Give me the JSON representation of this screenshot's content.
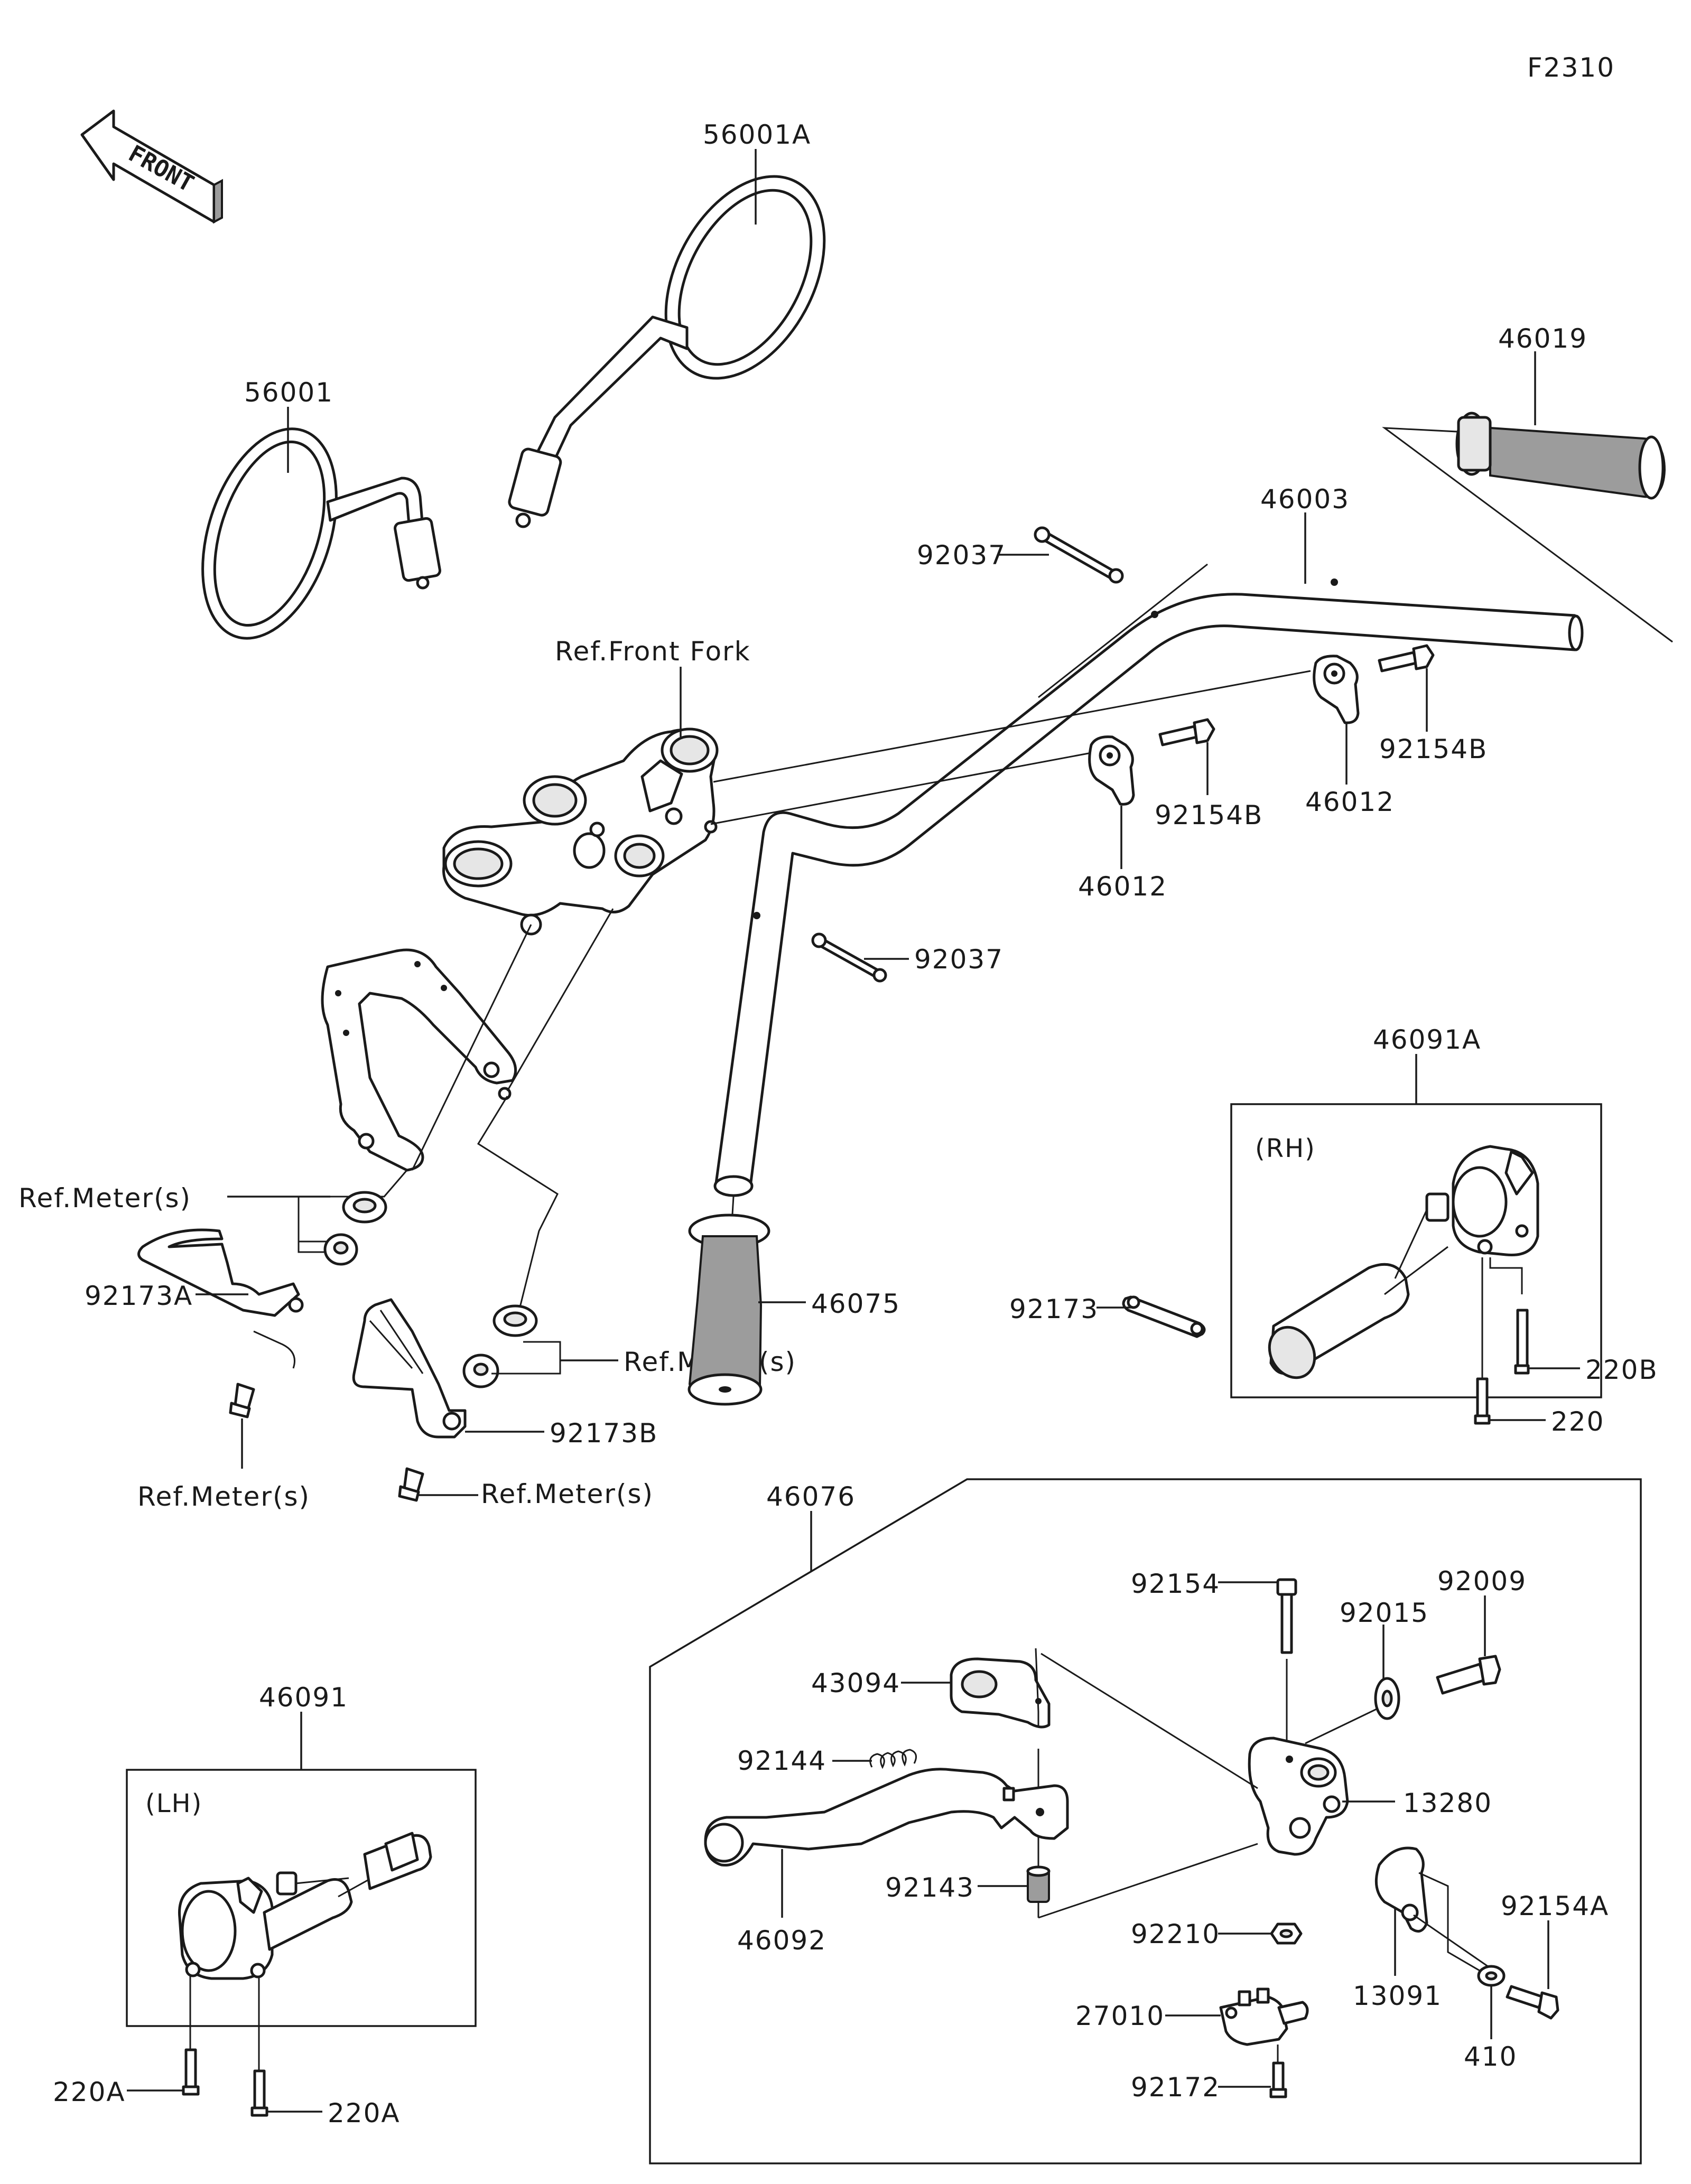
{
  "figure_code": "F2310",
  "front_arrow": "FRONT",
  "labels": {
    "p56001A": "56001A",
    "p56001": "56001",
    "p46019": "46019",
    "p46003": "46003",
    "p92037a": "92037",
    "p92037b": "92037",
    "ref_front_fork": "Ref.Front Fork",
    "p92154B_a": "92154B",
    "p92154B_b": "92154B",
    "p46012_a": "46012",
    "p46012_b": "46012",
    "ref_meter_1": "Ref.Meter(s)",
    "ref_meter_2": "Ref.Meter(s)",
    "ref_meter_3": "Ref.Meter(s)",
    "ref_meter_4": "Ref.Meter(s)",
    "p92173A": "92173A",
    "p92173B": "92173B",
    "p46075": "46075",
    "p46091A": "46091A",
    "rh": "(RH)",
    "p92173": "92173",
    "p220B": "220B",
    "p220": "220",
    "p46076": "46076",
    "p92154": "92154",
    "p92009": "92009",
    "p92015": "92015",
    "p43094": "43094",
    "p92144": "92144",
    "p13280": "13280",
    "p92143": "92143",
    "p46092": "46092",
    "p92210": "92210",
    "p92154A": "92154A",
    "p13091": "13091",
    "p27010": "27010",
    "p410": "410",
    "p92172": "92172",
    "p46091": "46091",
    "lh": "(LH)",
    "p220A_a": "220A",
    "p220A_b": "220A"
  },
  "colors": {
    "line": "#1a1a1a",
    "background": "#ffffff",
    "grip": "#9c9c9c"
  }
}
